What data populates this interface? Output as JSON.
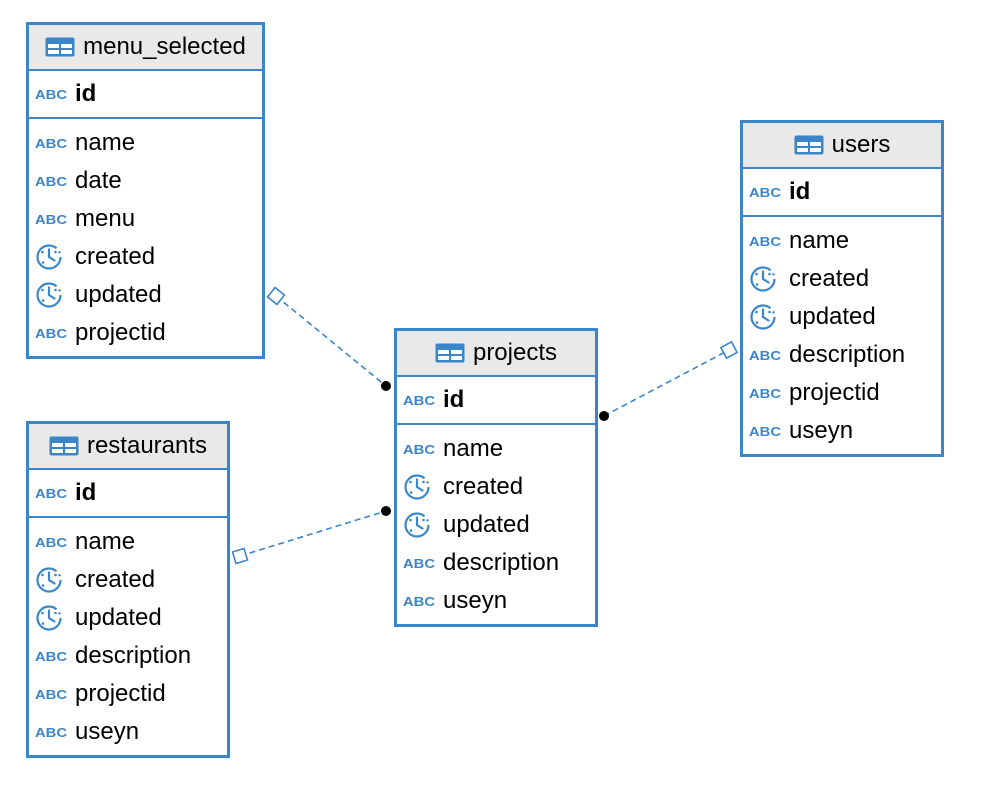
{
  "colors": {
    "accent": "#3a86c8",
    "header_bg": "#e9e9e9",
    "connector": "#3a86c8"
  },
  "tables": {
    "menu_selected": {
      "title": "menu_selected",
      "pk": {
        "name": "id",
        "type": "ABC"
      },
      "columns": [
        {
          "name": "name",
          "type": "ABC"
        },
        {
          "name": "date",
          "type": "ABC"
        },
        {
          "name": "menu",
          "type": "ABC"
        },
        {
          "name": "created",
          "type": "clock-icon"
        },
        {
          "name": "updated",
          "type": "clock-icon"
        },
        {
          "name": "projectid",
          "type": "ABC"
        }
      ]
    },
    "restaurants": {
      "title": "restaurants",
      "pk": {
        "name": "id",
        "type": "ABC"
      },
      "columns": [
        {
          "name": "name",
          "type": "ABC"
        },
        {
          "name": "created",
          "type": "clock-icon"
        },
        {
          "name": "updated",
          "type": "clock-icon"
        },
        {
          "name": "description",
          "type": "ABC"
        },
        {
          "name": "projectid",
          "type": "ABC"
        },
        {
          "name": "useyn",
          "type": "ABC"
        }
      ]
    },
    "projects": {
      "title": "projects",
      "pk": {
        "name": "id",
        "type": "ABC"
      },
      "columns": [
        {
          "name": "name",
          "type": "ABC"
        },
        {
          "name": "created",
          "type": "clock-icon"
        },
        {
          "name": "updated",
          "type": "clock-icon"
        },
        {
          "name": "description",
          "type": "ABC"
        },
        {
          "name": "useyn",
          "type": "ABC"
        }
      ]
    },
    "users": {
      "title": "users",
      "pk": {
        "name": "id",
        "type": "ABC"
      },
      "columns": [
        {
          "name": "name",
          "type": "ABC"
        },
        {
          "name": "created",
          "type": "clock-icon"
        },
        {
          "name": "updated",
          "type": "clock-icon"
        },
        {
          "name": "description",
          "type": "ABC"
        },
        {
          "name": "projectid",
          "type": "ABC"
        },
        {
          "name": "useyn",
          "type": "ABC"
        }
      ]
    }
  },
  "relationships": [
    {
      "from": "menu_selected",
      "to": "projects"
    },
    {
      "from": "restaurants",
      "to": "projects"
    },
    {
      "from": "users",
      "to": "projects"
    }
  ]
}
